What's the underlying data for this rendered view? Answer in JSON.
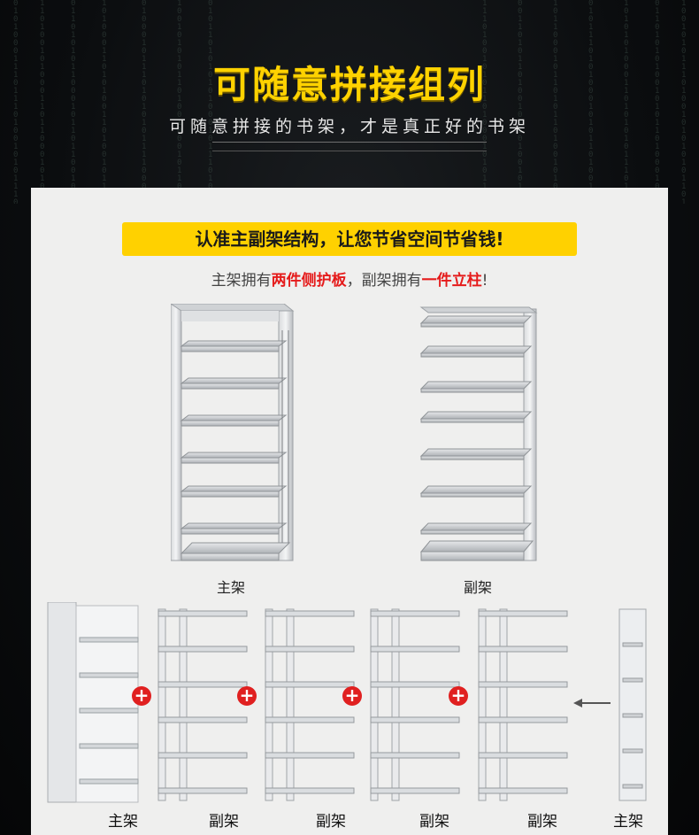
{
  "header": {
    "title": "可随意拼接组列",
    "subtitle": "可随意拼接的书架，才是真正好的书架"
  },
  "background": {
    "digit_columns": [
      "0101000111011101001010111000100100101011",
      "1101001010001101100010100011011010101000",
      "0110101011000101101100101000111010001101",
      "1010001101010011010010111000101010100111",
      "0100010111010101011110001110100011010101",
      "1001010101101001000101100111010101011010",
      "0101101010101000101110100011010001010111",
      "1110100101011010001010110001010110100010",
      "0011010110100101101001010100010111010110",
      "1011000101101011010010101000111010100110",
      "0101110101000101011010010101001010111011",
      "1010101000110101010111010001010100101101",
      "0110101010010101101000101110101001010101",
      "1001010111010010101010110100101010111001"
    ]
  },
  "banner": {
    "text": "认准主副架结构，让您节省空间节省钱!"
  },
  "note": {
    "part1": "主架拥有",
    "highlight1": "两件侧护板",
    "part2": "，副架拥有",
    "highlight2": "一件立柱",
    "part3": "!"
  },
  "products": {
    "main_label": "主架",
    "sub_label": "副架"
  },
  "assembly": {
    "labels": [
      "主架",
      "副架",
      "副架",
      "副架",
      "副架",
      "主架"
    ],
    "plus_symbol": "+"
  },
  "colors": {
    "accent_yellow": "#ffd200",
    "highlight_red": "#e51b1b",
    "panel_bg": "#efefee"
  }
}
